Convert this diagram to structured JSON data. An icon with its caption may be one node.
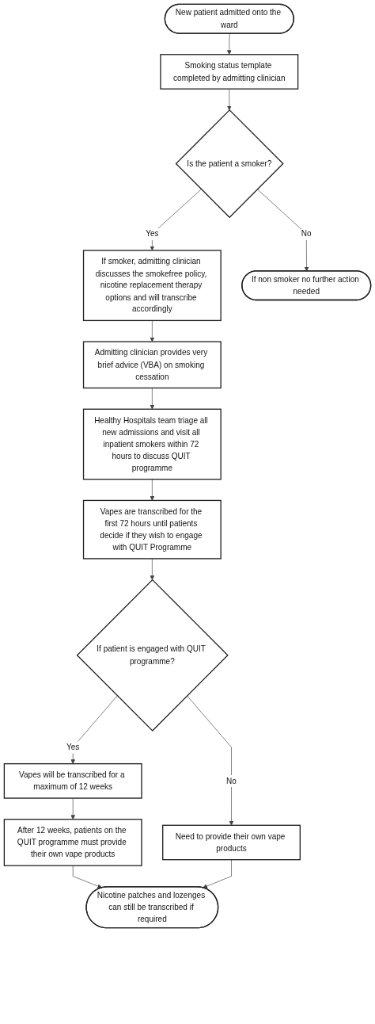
{
  "diagram": {
    "nodes": [
      {
        "text": [
          "New patient admitted onto the ward"
        ]
      },
      {
        "text": [
          "Smoking status template completed by admitting clinician"
        ]
      },
      {
        "text": [
          "Is the patient a smoker?"
        ]
      },
      {
        "text": [
          "If smoker, admitting clinician discusses the smokefree policy, nicotine replacement therapy options and will transcribe accordingly"
        ]
      },
      {
        "text": [
          "If non smoker no further action needed"
        ]
      },
      {
        "text": [
          "Admitting clinician provides very brief advice (VBA) on smoking cessation"
        ]
      },
      {
        "text": [
          "Healthy Hospitals team triage all new admissions and visit all inpatient smokers within 72 hours to discuss QUIT programme"
        ]
      },
      {
        "text": [
          "Vapes are transcribed for the first 72 hours until patients decide if they wish to engage with QUIT Programme"
        ]
      },
      {
        "text": [
          "If patient is engaged with QUIT programme?"
        ]
      },
      {
        "text": [
          "Vapes will be transcribed for a maximum of 12 weeks"
        ]
      },
      {
        "text": [
          "Need to provide their own vape products"
        ]
      },
      {
        "text": [
          "After 12 weeks, patients on the QUIT programme must provide their own vape products"
        ]
      },
      {
        "text": [
          "Nicotine patches and lozenges can still be transcribed if required"
        ]
      }
    ],
    "edges": [
      {
        "from": 0,
        "to": 1,
        "arrow": "to"
      },
      {
        "from": 1,
        "to": 2,
        "arrow": "to"
      },
      {
        "from": 2,
        "to": 3,
        "arrow": "to",
        "label": "Yes"
      },
      {
        "from": 2,
        "to": 4,
        "arrow": "to",
        "label": "No"
      },
      {
        "from": 3,
        "to": 5,
        "arrow": "to"
      },
      {
        "from": 5,
        "to": 6,
        "arrow": "to"
      },
      {
        "from": 6,
        "to": 7,
        "arrow": "to"
      },
      {
        "from": 7,
        "to": 8,
        "arrow": "to"
      },
      {
        "from": 8,
        "to": 9,
        "arrow": "to",
        "label": "Yes"
      },
      {
        "from": 8,
        "to": 10,
        "arrow": "to",
        "label": "No"
      },
      {
        "from": 9,
        "to": 11,
        "arrow": "to"
      },
      {
        "from": 11,
        "to": 12,
        "arrow": "to"
      },
      {
        "from": 10,
        "to": 12,
        "arrow": "to"
      }
    ]
  }
}
